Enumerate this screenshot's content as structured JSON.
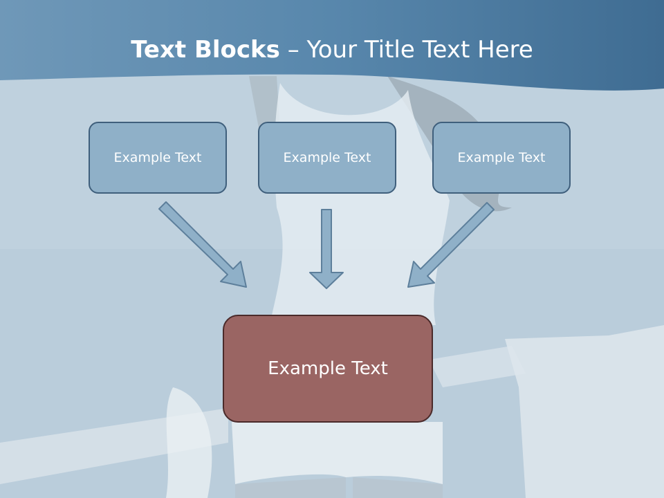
{
  "title": {
    "bold": "Text Blocks",
    "rest": " – Your Title Text Here"
  },
  "blocks": {
    "left": "Example Text",
    "center": "Example Text",
    "right": "Example Text",
    "main": "Example Text"
  },
  "colors": {
    "header": "#4f7fa3",
    "block_fill": "#8fb0c8",
    "block_border": "#3f5f7c",
    "main_fill": "#9a6563",
    "main_border": "#4a2a2a",
    "arrow_fill": "#8fb0c8",
    "arrow_stroke": "#5d7f9b"
  }
}
